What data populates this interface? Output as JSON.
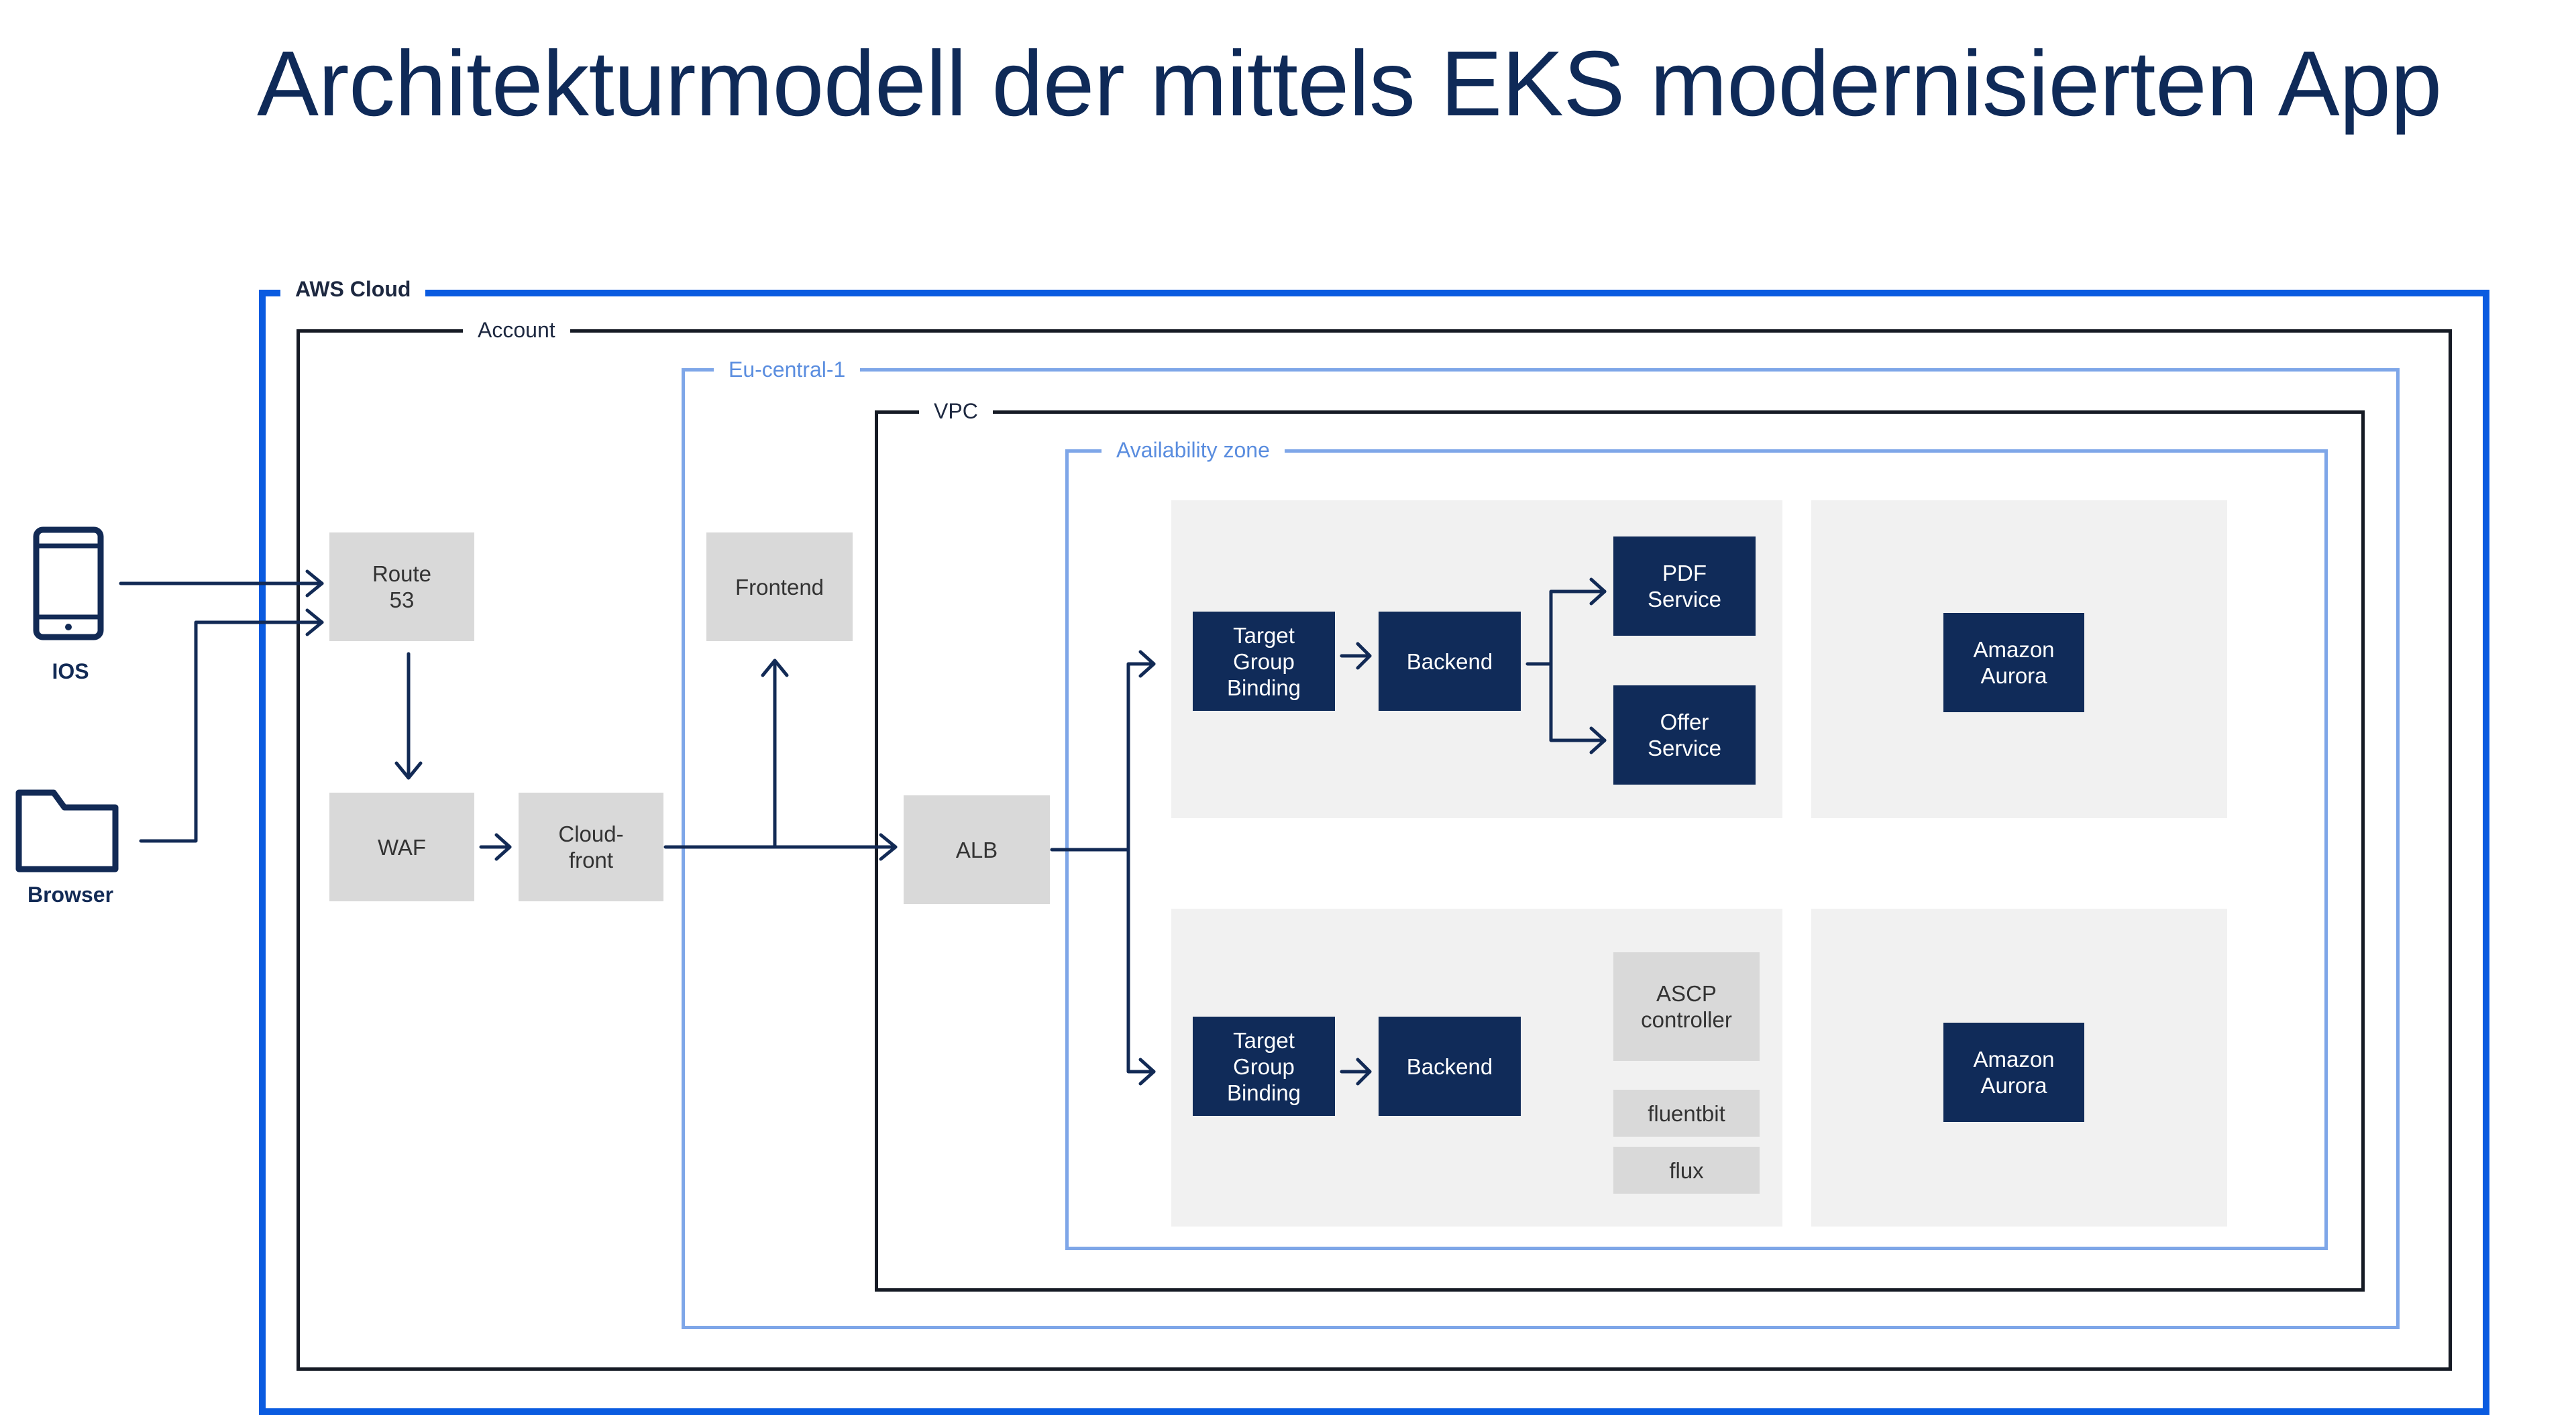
{
  "title": "Architekturmodell der mittels EKS modernisierten App",
  "frames": {
    "aws_cloud": "AWS Cloud",
    "account": "Account",
    "region": "Eu-central-1",
    "vpc": "VPC",
    "availability_zone": "Availability zone"
  },
  "clients": {
    "ios": "IOS",
    "browser": "Browser"
  },
  "nodes": {
    "route53": "Route\n53",
    "waf": "WAF",
    "cloudfront": "Cloud-\nfront",
    "frontend": "Frontend",
    "alb": "ALB",
    "tgb_top": "Target\nGroup\nBinding",
    "backend_top": "Backend",
    "pdf_service": "PDF\nService",
    "offer_service": "Offer\nService",
    "aurora_top": "Amazon\nAurora",
    "tgb_bottom": "Target\nGroup\nBinding",
    "backend_bottom": "Backend",
    "ascp": "ASCP\ncontroller",
    "fluentbit": "fluentbit",
    "flux": "flux",
    "aurora_bottom": "Amazon\nAurora"
  },
  "colors": {
    "title": "#0f2a58",
    "aws_cloud_border": "#0a5be0",
    "account_border": "#151a24",
    "region_border": "#7ea6e8",
    "vpc_border": "#151a24",
    "az_border": "#7ea6e8",
    "navy_node": "#102b59",
    "gray_node": "#d9d9d9",
    "panel": "#f1f1f1"
  }
}
